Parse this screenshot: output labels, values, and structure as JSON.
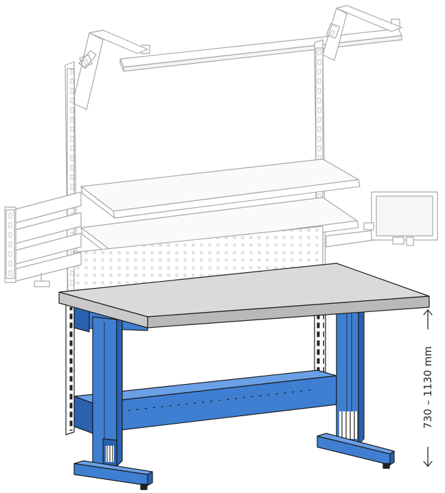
{
  "dimension": {
    "height_range_label": "730 – 1130 mm",
    "min_height_mm": 730,
    "max_height_mm": 1130
  },
  "colors": {
    "frame_blue": "#3f7fd2",
    "frame_blue_dark": "#2a62b0",
    "frame_blue_light": "#6aa0e6",
    "tabletop_gray": "#dadada",
    "tabletop_edge": "#b9b9b9",
    "accessory_line": "#a6a6a6",
    "outline": "#222222"
  },
  "icons": {
    "up_arrow": "arrow-up-icon",
    "down_arrow": "arrow-down-icon"
  }
}
